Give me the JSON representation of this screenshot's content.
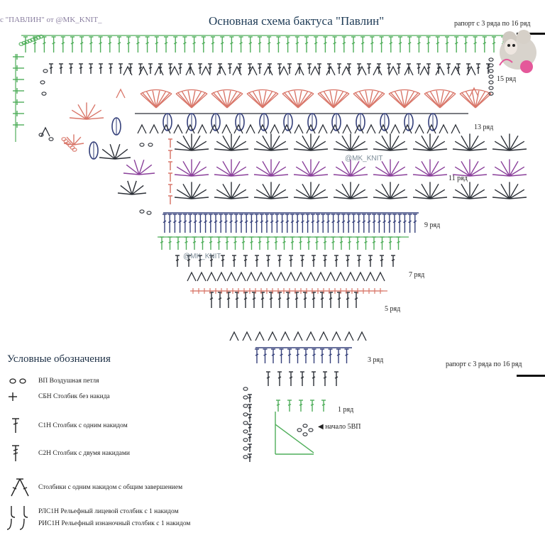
{
  "header": {
    "credit": "с \"ПАВЛИН\"  от @MK_KNIT_",
    "title": "Основная схема бактуса \"Павлин\"",
    "rapport_top": "рапорт с 3 ряда по 16 ряд",
    "rapport_side": "рапорт с 3 ряда по 16 ряд"
  },
  "watermarks": [
    "@MK_KNIT",
    "@MK_KNIT"
  ],
  "row_labels": [
    "15 ряд",
    "13 ряд",
    "11 ряд",
    "9 ряд",
    "7 ряд",
    "5 ряд",
    "3 ряд",
    "1 ряд"
  ],
  "start_label": "начало 5ВП",
  "legend": {
    "title": "Условные обозначения",
    "items": [
      {
        "symbol": "ch-icon",
        "text": "ВП Воздушная петля"
      },
      {
        "symbol": "sc-icon",
        "text": "СБН Столбик без накида"
      },
      {
        "symbol": "dc-icon",
        "text": "С1Н Столбик с одним накидом"
      },
      {
        "symbol": "tr-icon",
        "text": "С2Н Столбик с двумя накидами"
      },
      {
        "symbol": "dc-cluster-icon",
        "text": "Столбики с одним накидом с общим завершением"
      },
      {
        "symbol": "fpdc-icon",
        "text": "РЛС1Н Рельефный лицевой столбик с 1 накидом"
      },
      {
        "symbol": "bpdc-icon",
        "text": "РИС1Н Рельефный изнаночный столбик с 1 накидом"
      }
    ]
  },
  "colors": {
    "green": "#4fae5a",
    "dark": "#2b2f36",
    "navy": "#35407a",
    "salmon": "#d9776a",
    "purple": "#8a3f9a",
    "pink": "#e94b8f"
  }
}
